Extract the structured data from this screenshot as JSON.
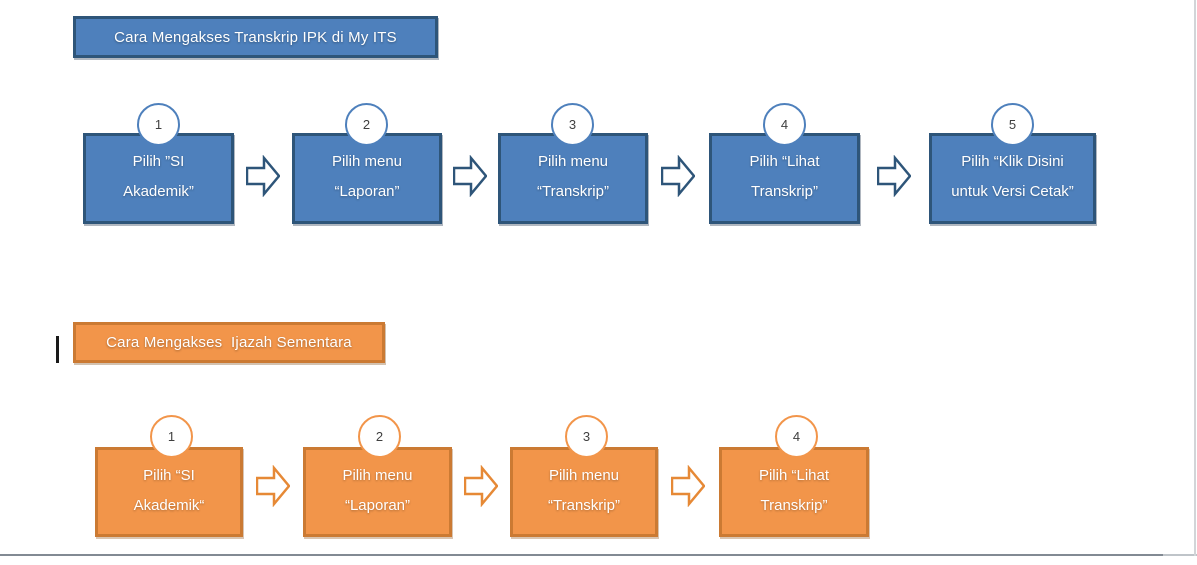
{
  "colors": {
    "blue-fill": "#4E80BC",
    "blue-border": "#2E5579",
    "orange-fill": "#F2954A",
    "orange-border": "#CB7A33",
    "text-on-box": "#FFFFFF",
    "circle-number": "#3F3F3F"
  },
  "flows": [
    {
      "title": "Cara Mengakses Transkrip IPK di My ITS",
      "steps": [
        {
          "number": "1",
          "label": "Pilih ”SI Akademik”"
        },
        {
          "number": "2",
          "label": "Pilih menu “Laporan”"
        },
        {
          "number": "3",
          "label": "Pilih menu “Transkrip”"
        },
        {
          "number": "4",
          "label": "Pilih “Lihat Transkrip”"
        },
        {
          "number": "5",
          "label": "Pilih “Klik Disini untuk Versi Cetak”"
        }
      ]
    },
    {
      "title": "Cara Mengakses  Ijazah Sementara",
      "steps": [
        {
          "number": "1",
          "label": "Pilih “SI Akademik“"
        },
        {
          "number": "2",
          "label": "Pilih menu “Laporan”"
        },
        {
          "number": "3",
          "label": "Pilih menu “Transkrip”"
        },
        {
          "number": "4",
          "label": "Pilih “Lihat Transkrip”"
        }
      ]
    }
  ]
}
